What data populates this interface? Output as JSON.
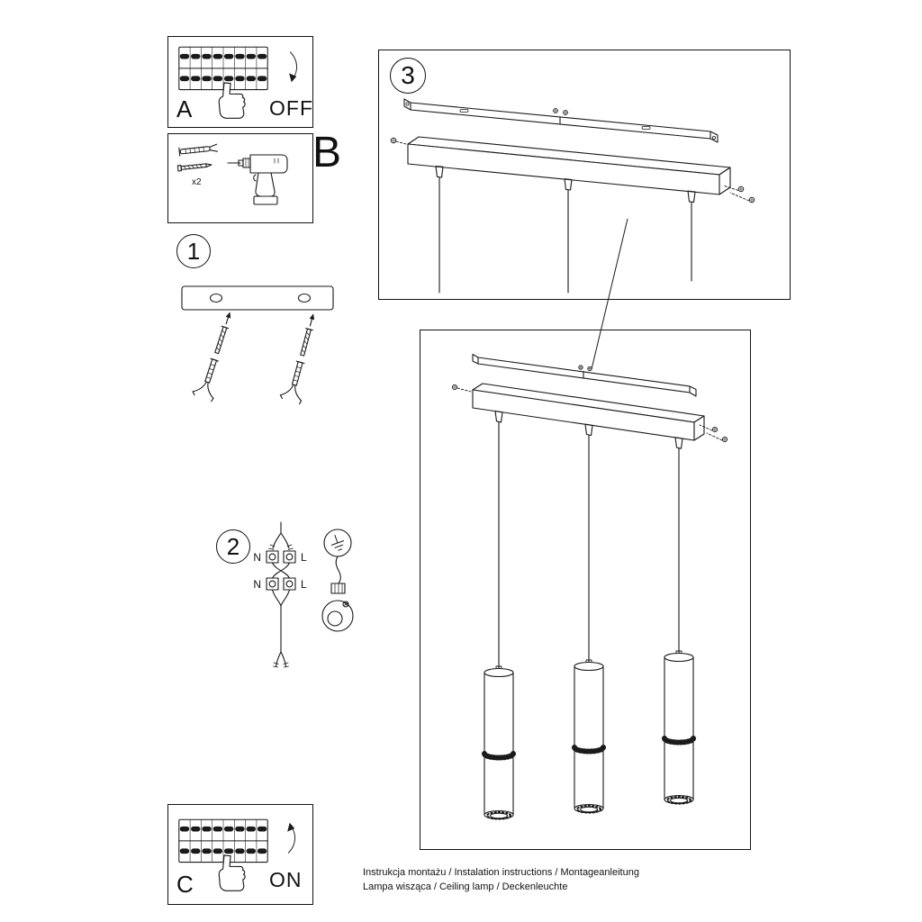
{
  "steps": {
    "a": {
      "label": "A",
      "state": "OFF"
    },
    "b": {
      "label": "B",
      "quantity": "x2"
    },
    "c": {
      "label": "C",
      "state": "ON"
    },
    "s1": {
      "number": "1"
    },
    "s2": {
      "number": "2",
      "n_top": "N",
      "l_top": "L",
      "n_bottom": "N",
      "l_bottom": "L"
    },
    "s3": {
      "number": "3"
    }
  },
  "footer": {
    "line1": "Instrukcja montażu / Instalation instructions / Montageanleitung",
    "line2": "Lampa wisząca / Ceiling lamp / Deckenleuchte"
  }
}
